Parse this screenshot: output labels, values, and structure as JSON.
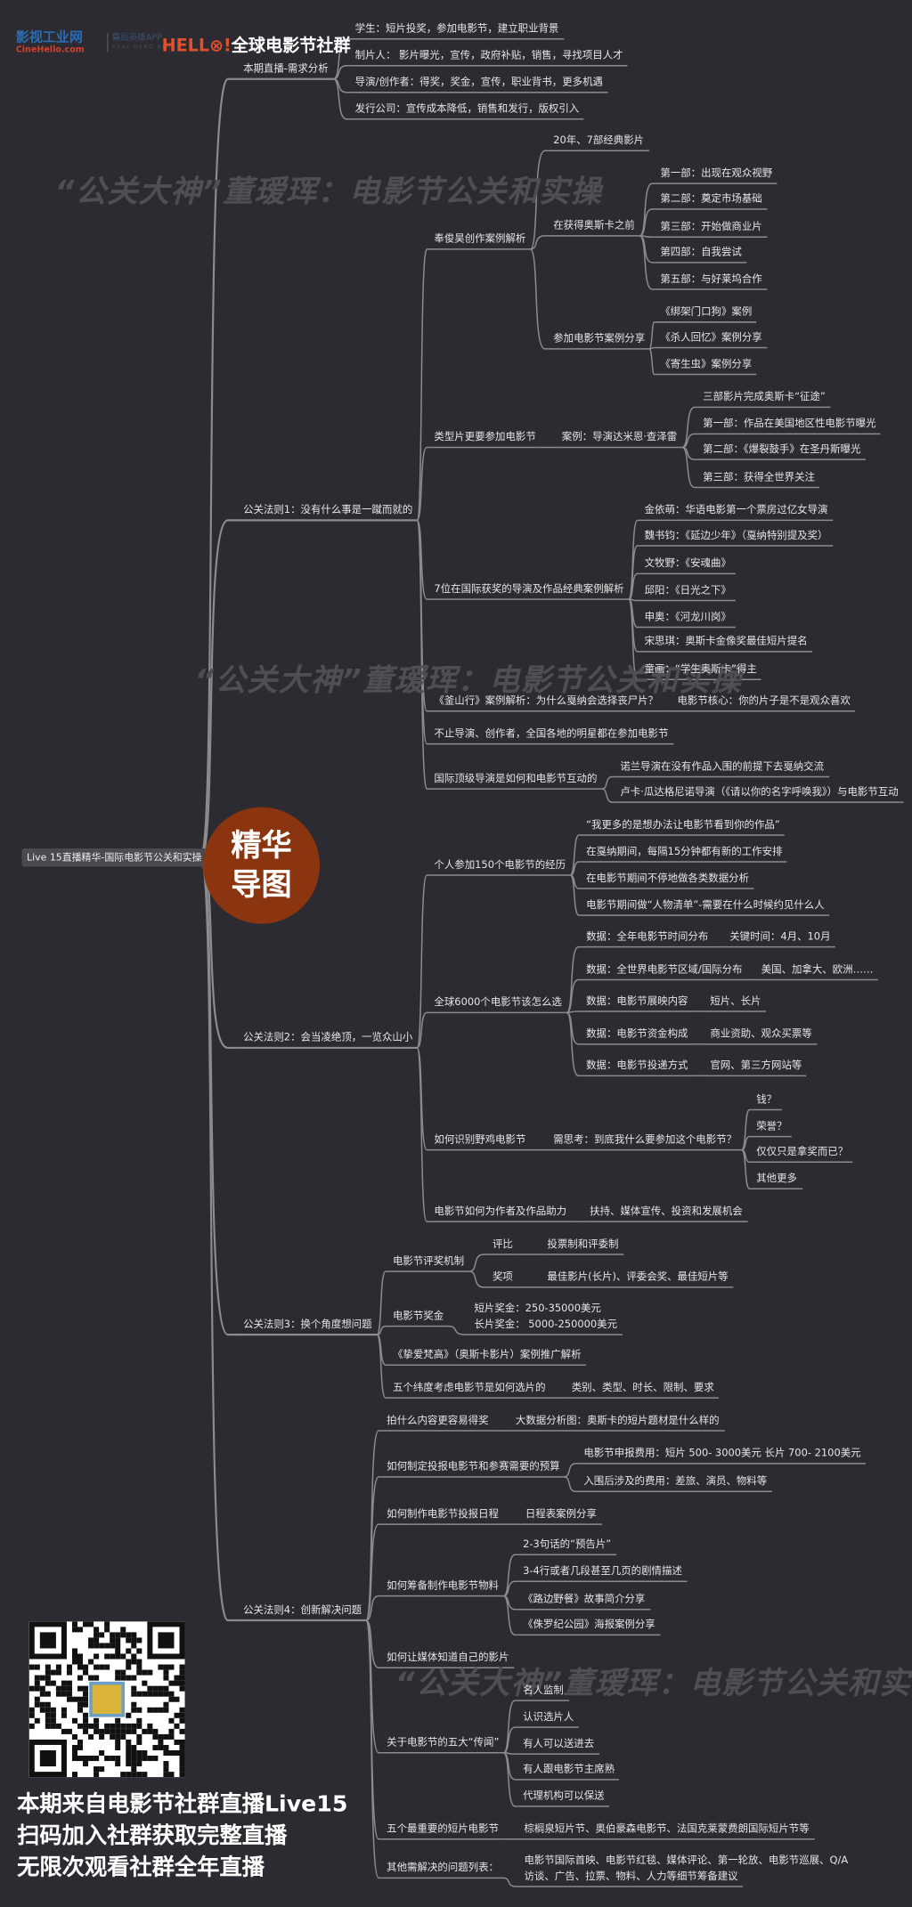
{
  "header": {
    "logo_cn": "影视工业网",
    "logo_en": "CineHello.com",
    "app_cn": "幕后英雄APP",
    "app_en": "REAL HERO APP",
    "hello": "HELL",
    "hello_mark": "!",
    "community": "全球电影节社群"
  },
  "root": "Live 15直播精华-国际电影节公关和实操",
  "badge": [
    "精华",
    "导图"
  ],
  "watermark": "“公关大神”董瑷珲：电影节公关和实操",
  "footer": [
    "本期来自电影节社群直播Live15",
    "扫码加入社群获取完整直播",
    "无限次观看社群全年直播"
  ],
  "colors": {
    "background": "#2b2b31",
    "badge": "#8a3510",
    "hello": "#e0502a",
    "logo_blue": "#2a6db5",
    "line": "#8c8c8c"
  },
  "branches": [
    {
      "label": "本期直播-需求分析",
      "children": [
        {
          "label": "学生：短片投奖，参加电影节，建立职业背景"
        },
        {
          "label": "制片人： 影片曝光，宣传，政府补贴，销售，寻找项目人才"
        },
        {
          "label": "导演/创作者：得奖，奖金，宣传，职业背书，更多机遇"
        },
        {
          "label": "发行公司：宣传成本降低，销售和发行，版权引入"
        }
      ]
    },
    {
      "label": "公关法则1：没有什么事是一蹴而就的",
      "children": [
        {
          "label": "奉俊昊创作案例解析",
          "children": [
            {
              "label": "20年、7部经典影片"
            },
            {
              "label": "在获得奥斯卡之前",
              "children": [
                {
                  "label": "第一部：出现在观众视野"
                },
                {
                  "label": "第二部：奠定市场基础"
                },
                {
                  "label": "第三部：开始做商业片"
                },
                {
                  "label": "第四部：自我尝试"
                },
                {
                  "label": "第五部：与好莱坞合作"
                }
              ]
            },
            {
              "label": "参加电影节案例分享",
              "children": [
                {
                  "label": "《绑架门口狗》案例"
                },
                {
                  "label": "《杀人回忆》案例分享"
                },
                {
                  "label": "《寄生虫》案例分享"
                }
              ]
            }
          ]
        },
        {
          "label": "类型片更要参加电影节",
          "children": [
            {
              "label": "案例：导演达米恩·查泽雷",
              "children": [
                {
                  "label": "三部影片完成奥斯卡“征途”"
                },
                {
                  "label": "第一部：作品在美国地区性电影节曝光"
                },
                {
                  "label": "第二部：《爆裂鼓手》在圣丹斯曝光"
                },
                {
                  "label": "第三部：获得全世界关注"
                }
              ]
            }
          ]
        },
        {
          "label": "7位在国际获奖的导演及作品经典案例解析",
          "children": [
            {
              "label": "金依萌：华语电影第一个票房过亿女导演"
            },
            {
              "label": "魏书钧：《延边少年》（戛纳特别提及奖）"
            },
            {
              "label": "文牧野：《安魂曲》"
            },
            {
              "label": "邱阳：《日光之下》"
            },
            {
              "label": "申奥：《河龙川岗》"
            },
            {
              "label": "宋思琪：奥斯卡金像奖最佳短片提名"
            },
            {
              "label": "童画：“学生奥斯卡”得主"
            }
          ]
        },
        {
          "label": "《釜山行》案例解析：为什么戛纳会选择丧尸片？",
          "children": [
            {
              "label": "电影节核心：你的片子是不是观众喜欢"
            }
          ]
        },
        {
          "label": "不止导演、创作者，全国各地的明星都在参加电影节"
        },
        {
          "label": "国际顶级导演是如何和电影节互动的",
          "children": [
            {
              "label": "诺兰导演在没有作品入围的前提下去戛纳交流"
            },
            {
              "label": "卢卡·瓜达格尼诺导演（《请以你的名字呼唤我》）与电影节互动"
            }
          ]
        }
      ]
    },
    {
      "label": "公关法则2：会当凌绝顶，一览众山小",
      "children": [
        {
          "label": "个人参加150个电影节的经历",
          "children": [
            {
              "label": "“我更多的是想办法让电影节看到你的作品”"
            },
            {
              "label": "在戛纳期间，每隔15分钟都有新的工作安排"
            },
            {
              "label": "在电影节期间不停地做各类数据分析"
            },
            {
              "label": "电影节期间做“人物清单”-需要在什么时候约见什么人"
            }
          ]
        },
        {
          "label": "全球6000个电影节该怎么选",
          "children": [
            {
              "label": "数据：全年电影节时间分布",
              "children": [
                {
                  "label": "关键时间：4月、10月"
                }
              ]
            },
            {
              "label": "数据：全世界电影节区域/国际分布",
              "children": [
                {
                  "label": "美国、加拿大、欧洲……"
                }
              ]
            },
            {
              "label": "数据：电影节展映内容",
              "children": [
                {
                  "label": "短片、长片"
                }
              ]
            },
            {
              "label": "数据：电影节资金构成",
              "children": [
                {
                  "label": "商业资助、观众买票等"
                }
              ]
            },
            {
              "label": "数据：电影节投递方式",
              "children": [
                {
                  "label": "官网、第三方网站等"
                }
              ]
            }
          ]
        },
        {
          "label": "如何识别野鸡电影节",
          "children": [
            {
              "label": "需思考：到底我什么要参加这个电影节？",
              "children": [
                {
                  "label": "钱？"
                },
                {
                  "label": "荣誉？"
                },
                {
                  "label": "仅仅只是拿奖而已？"
                },
                {
                  "label": "其他更多"
                }
              ]
            }
          ]
        },
        {
          "label": "电影节如何为作者及作品助力",
          "children": [
            {
              "label": "扶持、媒体宣传、投资和发展机会"
            }
          ]
        }
      ]
    },
    {
      "label": "公关法则3：换个角度想问题",
      "children": [
        {
          "label": "电影节评奖机制",
          "children": [
            {
              "label": "评比",
              "children": [
                {
                  "label": "投票制和评委制"
                }
              ]
            },
            {
              "label": "奖项",
              "children": [
                {
                  "label": "最佳影片(长片)、评委会奖、最佳短片等"
                }
              ]
            }
          ]
        },
        {
          "label": "电影节奖金",
          "children": [
            {
              "label": "短片奖金：250-35000美元"
            },
            {
              "label": "长片奖金： 5000-250000美元"
            }
          ]
        },
        {
          "label": "《挚爱梵高》（奥斯卡影片）案例推广解析"
        },
        {
          "label": "五个纬度考虑电影节是如何选片的",
          "children": [
            {
              "label": "类别、类型、时长、限制、要求"
            }
          ]
        }
      ]
    },
    {
      "label": "公关法则4：创新解决问题",
      "children": [
        {
          "label": "拍什么内容更容易得奖",
          "children": [
            {
              "label": "大数据分析图：奥斯卡的短片题材是什么样的"
            }
          ]
        },
        {
          "label": "如何制定投报电影节和参赛需要的预算",
          "children": [
            {
              "label": "电影节申报费用：短片 500- 3000美元 长片 700- 2100美元"
            },
            {
              "label": "入围后涉及的费用：差旅、演员、物料等"
            }
          ]
        },
        {
          "label": "如何制作电影节投报日程",
          "children": [
            {
              "label": "日程表案例分享"
            }
          ]
        },
        {
          "label": "如何筹备制作电影节物料",
          "children": [
            {
              "label": "2-3句话的“预告片”"
            },
            {
              "label": "3-4行或者几段甚至几页的剧情描述"
            },
            {
              "label": "《路边野餐》故事简介分享"
            },
            {
              "label": "《侏罗纪公园》海报案例分享"
            }
          ]
        },
        {
          "label": "如何让媒体知道自己的影片"
        },
        {
          "label": "关于电影节的五大“传闻”",
          "children": [
            {
              "label": "名人监制"
            },
            {
              "label": "认识选片人"
            },
            {
              "label": "有人可以送进去"
            },
            {
              "label": "有人跟电影节主席熟"
            },
            {
              "label": "代理机构可以保送"
            }
          ]
        },
        {
          "label": "五个最重要的短片电影节",
          "children": [
            {
              "label": "棕榈泉短片节、奥伯豪森电影节、法国克莱蒙费朗国际短片节等"
            }
          ]
        },
        {
          "label": "其他需解决的问题列表：",
          "children": [
            {
              "label": "电影节国际首映、电影节红毯、媒体评论、第一轮放、电影节巡展、Q/A"
            },
            {
              "label": "访谈、广告、拉票、物料、人力等细节筹备建议"
            }
          ]
        }
      ]
    }
  ]
}
